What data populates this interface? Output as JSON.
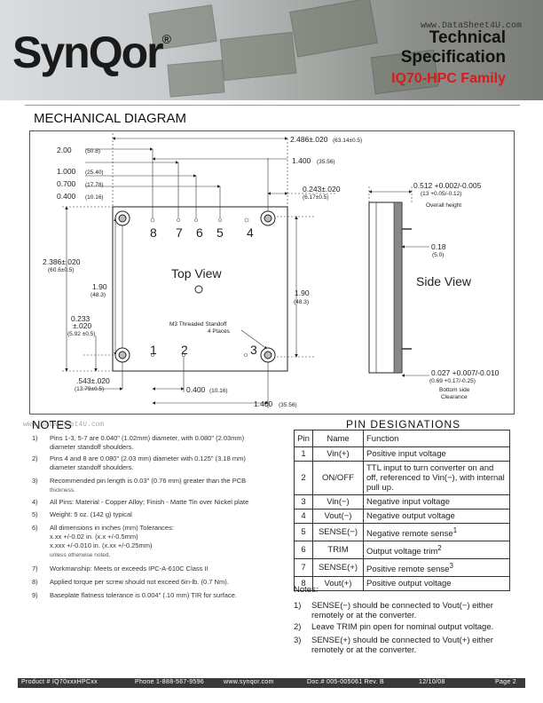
{
  "header": {
    "logo": "SynQor",
    "trademark": "®",
    "watermark": "www.DataSheet4U.com",
    "title_line1": "Technical",
    "title_line2": "Specification",
    "family": "IQ70-HPC Family"
  },
  "mechanical": {
    "title": "MECHANICAL DIAGRAM",
    "top_view": "Top View",
    "side_view": "Side View",
    "dims": {
      "width_in": "2.486±.020",
      "width_mm": "(63.14±0.5)",
      "d200": "2.00",
      "d200mm": "(50.8)",
      "d1000": "1.000",
      "d1000mm": "(25.40)",
      "d0700": "0.700",
      "d0700mm": "(17.78)",
      "d0400": "0.400",
      "d0400mm": "(10.16)",
      "d1400": "1.400",
      "d1400mm": "(35.56)",
      "d0243": "0.243±.020",
      "d0243mm": "(6.17±0.5)",
      "d2386": "2.386±.020",
      "d2386mm": "(60.6±0.5)",
      "d190": "1.90",
      "d190mm": "(48.3)",
      "d0233": "0.233",
      "d0233b": "±.020",
      "d0233mm": "(5.92 ±0.5)",
      "d543": ".543±.020",
      "d543mm": "(13.79±0.5)",
      "d0400b": "0.400",
      "d0400bmm": "(10.16)",
      "d1400b": "1.400",
      "d1400bmm": "(35.56)",
      "d190r": "1.90",
      "d190rmm": "(48.3)",
      "h0512": "0.512 +0.002/-0.005",
      "h0512mm": "(13 +0.05/-0.12)",
      "overall": "Overall height",
      "d018": "0.18",
      "d018mm": "(5.0)",
      "d0027": "0.027 +0.007/-0.010",
      "d0027mm": "(0.69 +0.17/-0.25)",
      "clear1": "Bottom side",
      "clear2": "Clearance",
      "standoff1": "M3 Threaded Standoff",
      "standoff2": "4 Places"
    },
    "pin_labels": [
      "8",
      "7",
      "6",
      "5",
      "4",
      "1",
      "2",
      "3"
    ]
  },
  "notes": {
    "title": "NOTES",
    "watermark": "www.DataSheet4U.com",
    "items": [
      {
        "n": "1)",
        "t": "Pins 1-3, 5-7 are 0.040\" (1.02mm) diameter, with 0.080\" (2.03mm) diameter standoff shoulders."
      },
      {
        "n": "2)",
        "t": "Pins 4 and 8 are 0.080\" (2.03 mm) diameter with 0.125\" (3.18 mm) diameter standoff shoulders."
      },
      {
        "n": "3)",
        "t": "Recommended pin length is 0.03\" (0.76 mm) greater than the PCB",
        "sub": "thickness."
      },
      {
        "n": "4)",
        "t": "All Pins: Material - Copper Alloy;  Finish - Matte Tin over Nickel plate"
      },
      {
        "n": "5)",
        "t": "Weight: 5 oz. (142 g) typical"
      },
      {
        "n": "6)",
        "t": "All dimensions in inches (mm) Tolerances:",
        "l2": "x.xx  +/-0.02 in. (x.x  +/-0.5mm)",
        "l3": "x.xxx  +/-0.010 in. (x.xx  +/-0.25mm)",
        "sub": "unless otherwise noted."
      },
      {
        "n": "7)",
        "t": "Workmanship: Meets or exceeds IPC-A-610C Class II"
      },
      {
        "n": "8)",
        "t": "Applied torque per screw should not exceed 6in-lb. (0.7 Nm)."
      },
      {
        "n": "9)",
        "t": "Baseplate flatness tolerance is 0.004\" (.10 mm) TIR for surface."
      }
    ]
  },
  "pins": {
    "title": "PIN DESIGNATIONS",
    "headers": [
      "Pin",
      "Name",
      "Function"
    ],
    "rows": [
      {
        "pin": "1",
        "name": "Vin(+)",
        "func": "Positive input voltage"
      },
      {
        "pin": "2",
        "name": "ON/OFF",
        "func": "TTL input to turn converter on and off, referenced to Vin(−), with internal pull up."
      },
      {
        "pin": "3",
        "name": "Vin(−)",
        "func": "Negative input voltage"
      },
      {
        "pin": "4",
        "name": "Vout(−)",
        "func": "Negative output voltage"
      },
      {
        "pin": "5",
        "name": "SENSE(−)",
        "func": "Negative remote sense",
        "sup": "1"
      },
      {
        "pin": "6",
        "name": "TRIM",
        "func": "Output voltage trim",
        "sup": "2"
      },
      {
        "pin": "7",
        "name": "SENSE(+)",
        "func": "Positive remote sense",
        "sup": "3"
      },
      {
        "pin": "8",
        "name": "Vout(+)",
        "func": "Positive output voltage"
      }
    ],
    "notes_title": "Notes:",
    "notes": [
      {
        "n": "1)",
        "t": "SENSE(−) should be connected to Vout(−) either remotely or at the converter."
      },
      {
        "n": "2)",
        "t": "Leave TRIM pin open for nominal output voltage."
      },
      {
        "n": "3)",
        "t": "SENSE(+) should be connected to Vout(+) either remotely or at the converter."
      }
    ]
  },
  "footer": {
    "product": "Product # IQ70xxxHPCxx",
    "phone": "Phone 1-888-567-9596",
    "web": "www.synqor.com",
    "doc": "Doc.# 005-005061  Rev. B",
    "date": "12/10/08",
    "page": "Page 2"
  }
}
